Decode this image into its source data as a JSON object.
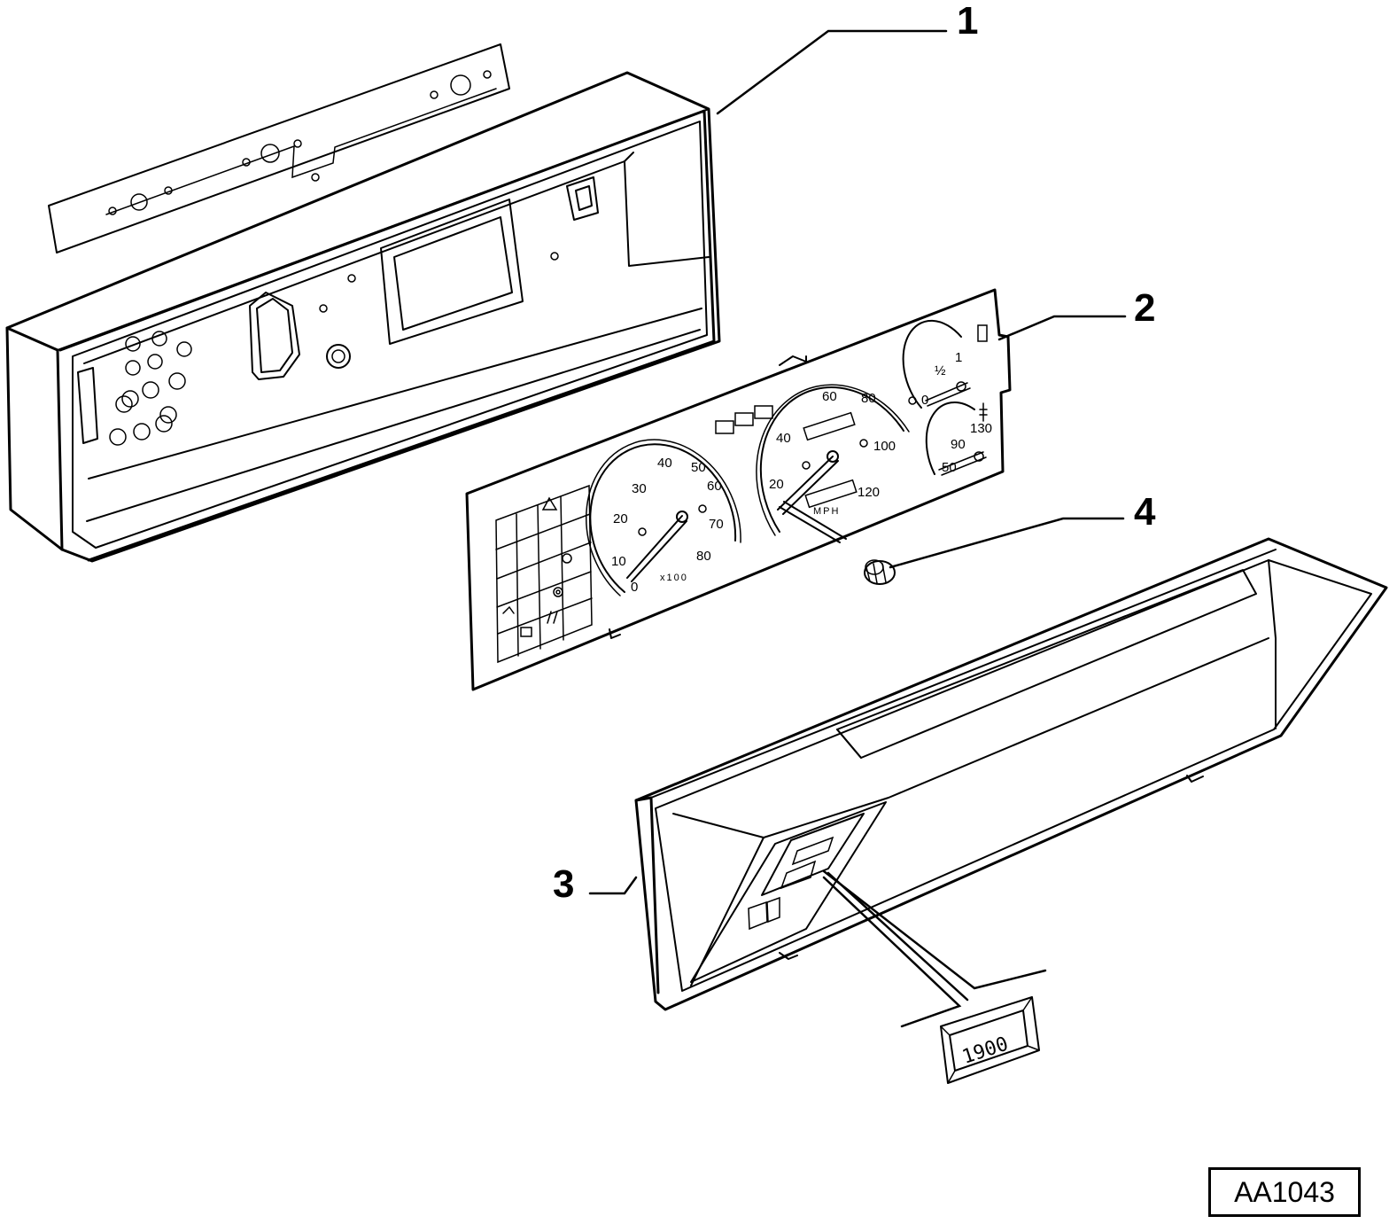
{
  "callouts": {
    "c1": "1",
    "c2": "2",
    "c3": "3",
    "c4": "4"
  },
  "tachometer": {
    "scale": [
      "0",
      "10",
      "20",
      "30",
      "40",
      "50",
      "60",
      "70",
      "80"
    ],
    "unit": "x100"
  },
  "speedometer": {
    "scale": [
      "20",
      "40",
      "60",
      "80",
      "100",
      "120"
    ],
    "unit": "MPH"
  },
  "fuel_gauge": {
    "scale": [
      "0",
      "½",
      "1"
    ]
  },
  "temp_gauge": {
    "scale": [
      "50",
      "90",
      "130"
    ]
  },
  "clock_display": "1900",
  "reference_code": "AA1043"
}
